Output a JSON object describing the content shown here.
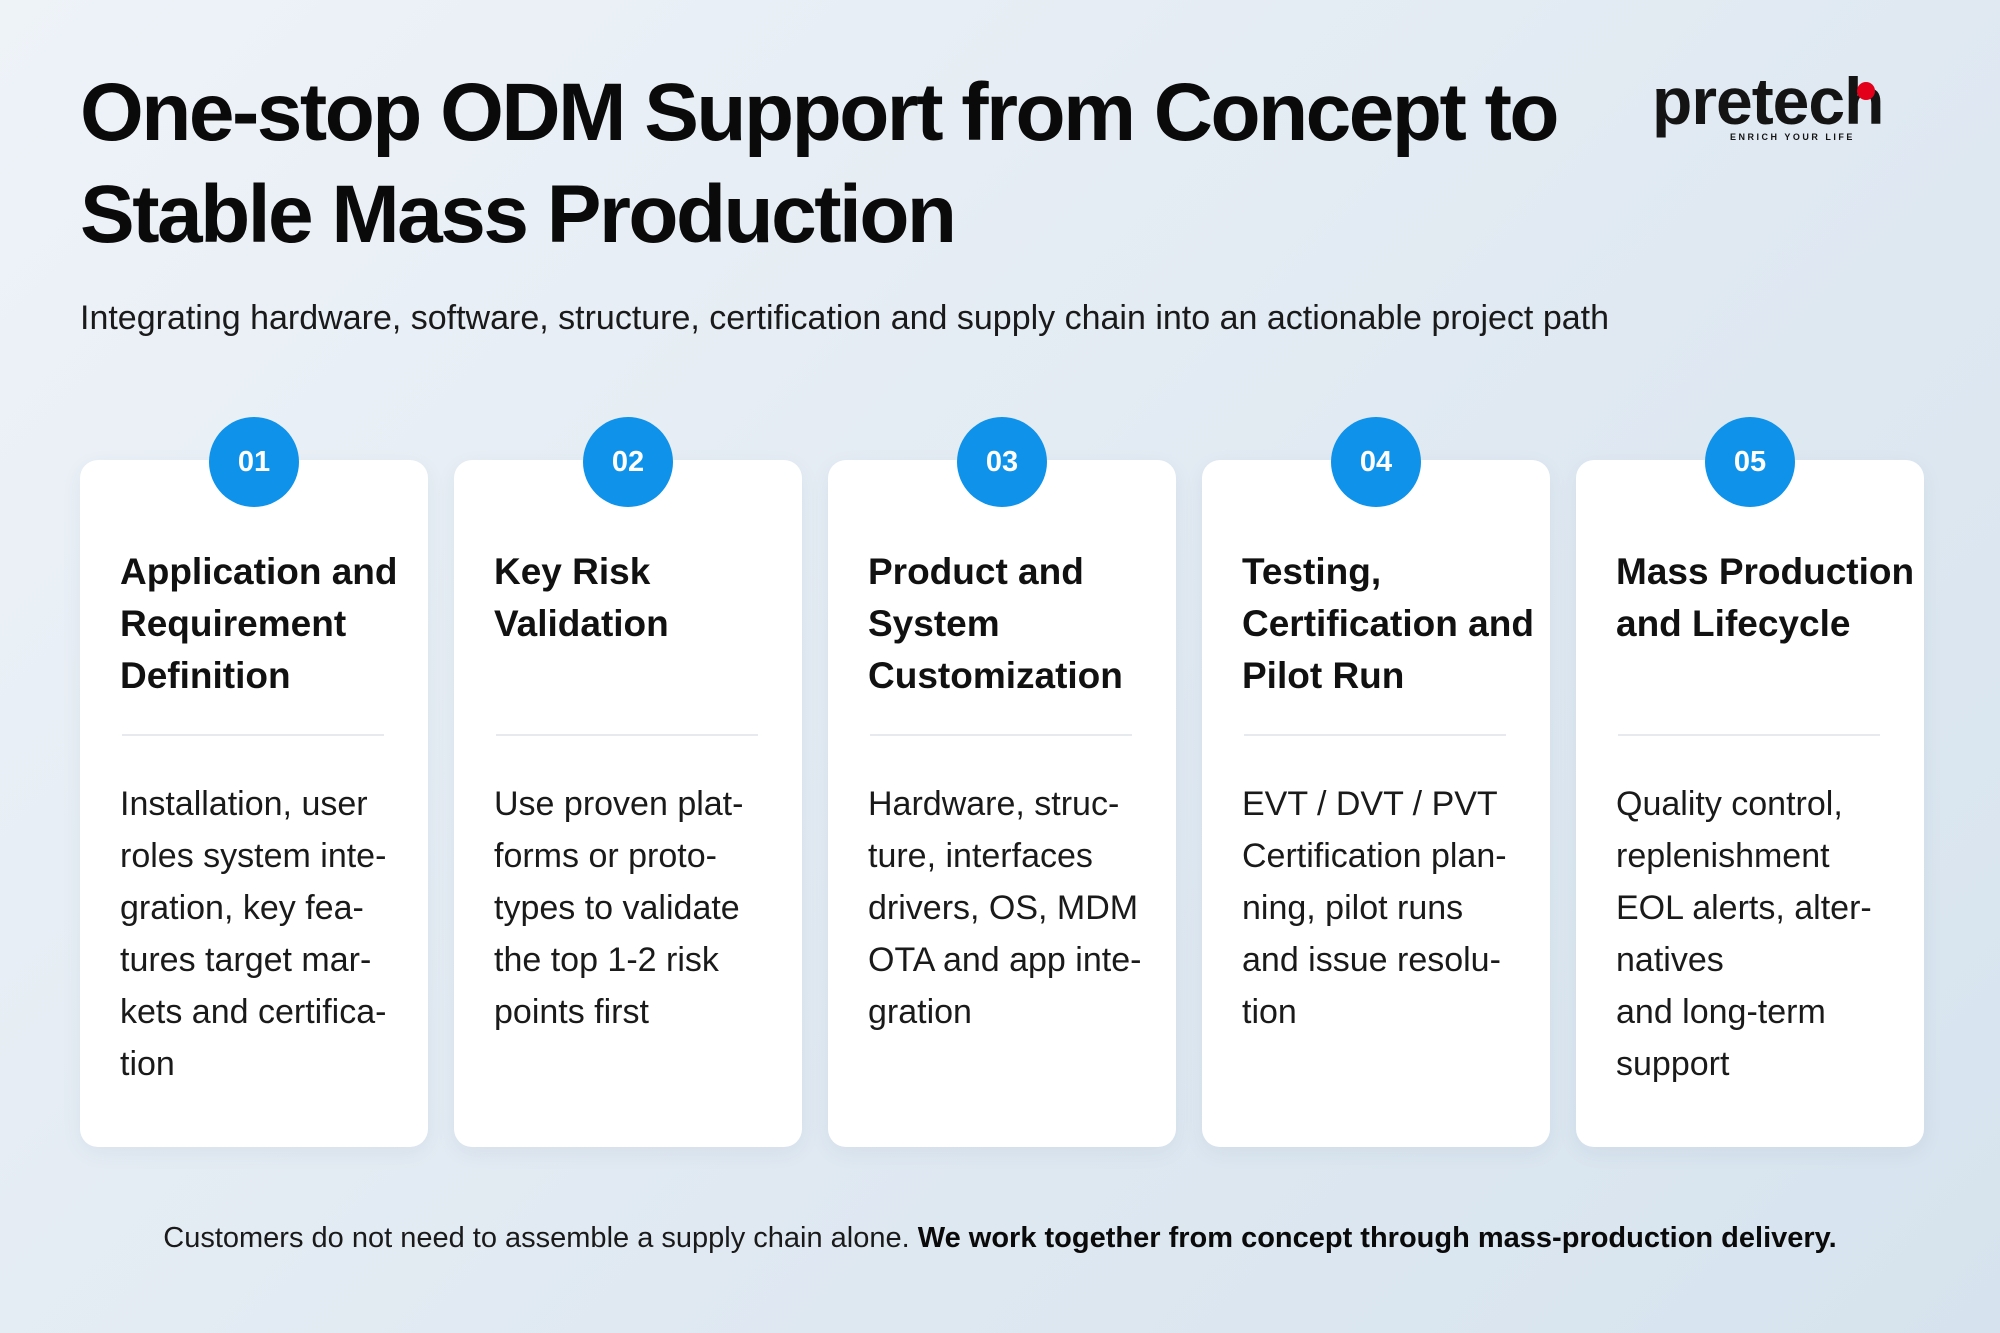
{
  "header": {
    "title_lines": [
      "One-stop ODM Support from Concept to",
      "Stable Mass Production"
    ],
    "subtitle": "Integrating hardware, software, structure, certification and supply chain into an actionable project path"
  },
  "logo": {
    "word": "pretech",
    "tagline": "ENRICH YOUR LIFE",
    "dot_color": "#e3001b"
  },
  "colors": {
    "accent": "#0f92ea",
    "background": "#e3ebf3",
    "card": "#ffffff"
  },
  "steps": [
    {
      "number": "01",
      "title": "Application and Requirement Definition",
      "body_lines": [
        "Installation, user",
        "roles system inte-",
        "gration, key fea-",
        "tures target mar-",
        "kets and certifica-",
        "tion"
      ]
    },
    {
      "number": "02",
      "title": "Key Risk Validation",
      "body_lines": [
        "Use proven plat-",
        "forms or proto-",
        "types to validate",
        "the top 1-2 risk",
        "points first"
      ]
    },
    {
      "number": "03",
      "title": "Product and System Customization",
      "body_lines": [
        "Hardware, struc-",
        "ture, interfaces",
        "drivers, OS, MDM",
        "OTA and app inte-",
        "gration"
      ]
    },
    {
      "number": "04",
      "title": "Testing, Certification and Pilot Run",
      "body_lines": [
        "EVT / DVT / PVT",
        "Certification plan-",
        "ning, pilot runs",
        "and issue resolu-",
        "tion"
      ]
    },
    {
      "number": "05",
      "title": "Mass Production and Lifecycle",
      "body_lines": [
        "Quality control,",
        "replenishment",
        "EOL alerts, alter-",
        "natives",
        "and long-term",
        "support"
      ]
    }
  ],
  "footer": {
    "text": "Customers do not need to assemble a supply chain alone.",
    "emphasis": "We work together from concept through mass-production delivery."
  }
}
